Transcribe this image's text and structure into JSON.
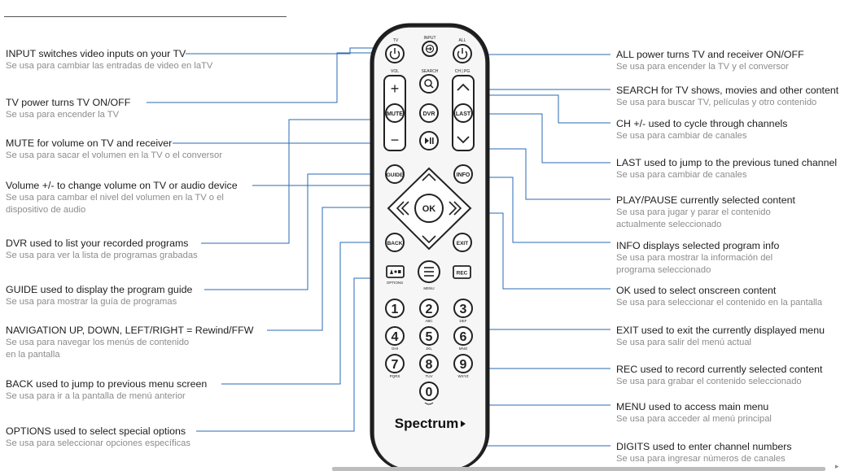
{
  "remote": {
    "top_labels": {
      "tv": "TV",
      "input": "INPUT",
      "all": "ALL"
    },
    "vol_label": "VOL",
    "search_label": "SEARCH",
    "chpg_label": "CH | PG",
    "buttons": {
      "mute": "MUTE",
      "dvr": "DVR",
      "last": "LAST",
      "guide": "GUIDE",
      "info": "INFO",
      "ok": "OK",
      "back": "BACK",
      "exit": "EXIT",
      "rec": "REC",
      "options": "OPTIONS",
      "menu": "MENU",
      "plus": "+",
      "minus": "−"
    },
    "digits": [
      {
        "n": "1",
        "sub": ""
      },
      {
        "n": "2",
        "sub": "ABC"
      },
      {
        "n": "3",
        "sub": "DEF"
      },
      {
        "n": "4",
        "sub": "GHI"
      },
      {
        "n": "5",
        "sub": "JKL"
      },
      {
        "n": "6",
        "sub": "MNO"
      },
      {
        "n": "7",
        "sub": "PQRS"
      },
      {
        "n": "8",
        "sub": "TUV"
      },
      {
        "n": "9",
        "sub": "WXYZ"
      },
      {
        "n": "0",
        "sub": ""
      }
    ],
    "brand": "Spectrum"
  },
  "left_callouts": [
    {
      "en": "INPUT switches video inputs on your TV",
      "es": "Se usa para cambiar las entradas de video en laTV",
      "es2": ""
    },
    {
      "en": "TV power turns TV ON/OFF",
      "es": "Se usa para encender la TV",
      "es2": ""
    },
    {
      "en": "MUTE for volume on TV and receiver",
      "es": "Se usa para sacar el volumen en la TV o el conversor",
      "es2": ""
    },
    {
      "en": "Volume +/- to change volume on TV or audio device",
      "es": "Se usa para cambar el nivel del volumen en la TV o el",
      "es2": "dispositivo de audio"
    },
    {
      "en": "DVR used to list your recorded programs",
      "es": "Se usa para ver la lista de programas grabadas",
      "es2": ""
    },
    {
      "en": "GUIDE used to display the program guide",
      "es": "Se usa para mostrar la guía de programas",
      "es2": ""
    },
    {
      "en": "NAVIGATION UP, DOWN, LEFT/RIGHT = Rewind/FFW",
      "es": "Se usa para navegar los menús de contenido",
      "es2": "en la pantalla"
    },
    {
      "en": "BACK used to jump to previous menu screen",
      "es": "Se usa para ir a la pantalla de menú anterior",
      "es2": ""
    },
    {
      "en": "OPTIONS used to select special options",
      "es": "Se usa para seleccionar opciones específicas",
      "es2": ""
    }
  ],
  "right_callouts": [
    {
      "en": "ALL power turns TV and receiver ON/OFF",
      "es": "Se usa para encender la TV y el conversor",
      "es2": ""
    },
    {
      "en": "SEARCH for TV shows, movies and other content",
      "es": "Se usa para buscar TV, películas y otro contenido",
      "es2": ""
    },
    {
      "en": "CH +/- used to cycle through channels",
      "es": "Se usa para cambiar de canales",
      "es2": ""
    },
    {
      "en": "LAST used to jump to the previous tuned channel",
      "es": "Se usa para cambiar de canales",
      "es2": ""
    },
    {
      "en": "PLAY/PAUSE currently selected content",
      "es": "Se usa para jugar y parar el contenido",
      "es2": "actualmente seleccionado"
    },
    {
      "en": "INFO displays selected program info",
      "es": "Se usa para mostrar la información del",
      "es2": "programa seleccionado"
    },
    {
      "en": "OK used to select onscreen content",
      "es": "Se usa para seleccionar el contenido en la pantalla",
      "es2": ""
    },
    {
      "en": "EXIT used to exit the currently displayed menu",
      "es": "Se usa para salir del menú actual",
      "es2": ""
    },
    {
      "en": "REC used to record currently selected content",
      "es": "Se usa para grabar el contenido seleccionado",
      "es2": ""
    },
    {
      "en": "MENU used to access main menu",
      "es": "Se usa para acceder al menú principal",
      "es2": ""
    },
    {
      "en": "DIGITS used to enter channel numbers",
      "es": "Se usa para ingresar números de canales",
      "es2": ""
    }
  ]
}
